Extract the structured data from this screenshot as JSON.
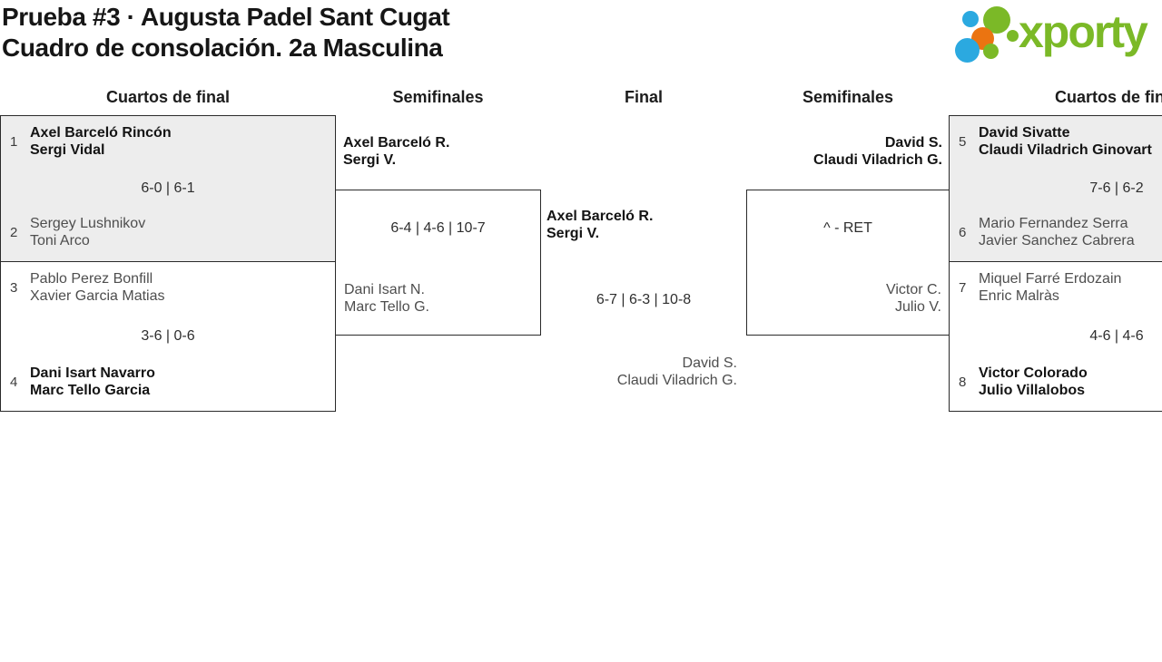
{
  "header": {
    "title": "Prueba #3 · Augusta Padel Sant Cugat",
    "subtitle": "Cuadro de consolación. 2a Masculina",
    "logo_text": "xporty"
  },
  "colors": {
    "brand_green": "#7bb927",
    "brand_blue": "#2ba9e0",
    "brand_orange": "#eb7411",
    "box_highlight_gray": "#ededed",
    "box_border": "#2a2a2a"
  },
  "round_headers": [
    "Cuartos de final",
    "Semifinales",
    "Final",
    "Semifinales",
    "Cuartos de final"
  ],
  "bracket": {
    "qf_left": [
      {
        "top_seed": "1",
        "top_player1": "Axel Barceló Rincón",
        "top_player2": "Sergi Vidal",
        "score": "6-0 | 6-1",
        "bottom_seed": "2",
        "bottom_player1": "Sergey Lushnikov",
        "bottom_player2": "Toni Arco"
      },
      {
        "top_seed": "3",
        "top_player1": "Pablo Perez Bonfill",
        "top_player2": "Xavier Garcia Matias",
        "score": "3-6 | 0-6",
        "bottom_seed": "4",
        "bottom_player1": "Dani Isart Navarro",
        "bottom_player2": "Marc Tello Garcia"
      }
    ],
    "sf_left": {
      "top_player1": "Axel Barceló R.",
      "top_player2": "Sergi V.",
      "score": "6-4 | 4-6 | 10-7",
      "bottom_player1": "Dani Isart N.",
      "bottom_player2": "Marc Tello G."
    },
    "final": {
      "top_player1": "Axel Barceló R.",
      "top_player2": "Sergi V.",
      "score": "6-7 | 6-3 | 10-8",
      "bottom_player1": "David S.",
      "bottom_player2": "Claudi Viladrich G."
    },
    "sf_right": {
      "top_player1": "David S.",
      "top_player2": "Claudi Viladrich G.",
      "score": "^ - RET",
      "bottom_player1": "Victor C.",
      "bottom_player2": "Julio V."
    },
    "qf_right": [
      {
        "top_seed": "5",
        "top_player1": "David Sivatte",
        "top_player2": "Claudi Viladrich Ginovart",
        "score": "7-6 | 6-2",
        "bottom_seed": "6",
        "bottom_player1": "Mario Fernandez Serra",
        "bottom_player2": "Javier Sanchez Cabrera"
      },
      {
        "top_seed": "7",
        "top_player1": "Miquel Farré Erdozain",
        "top_player2": "Enric Malràs",
        "score": "4-6 | 4-6",
        "bottom_seed": "8",
        "bottom_player1": "Victor Colorado",
        "bottom_player2": "Julio Villalobos"
      }
    ]
  }
}
